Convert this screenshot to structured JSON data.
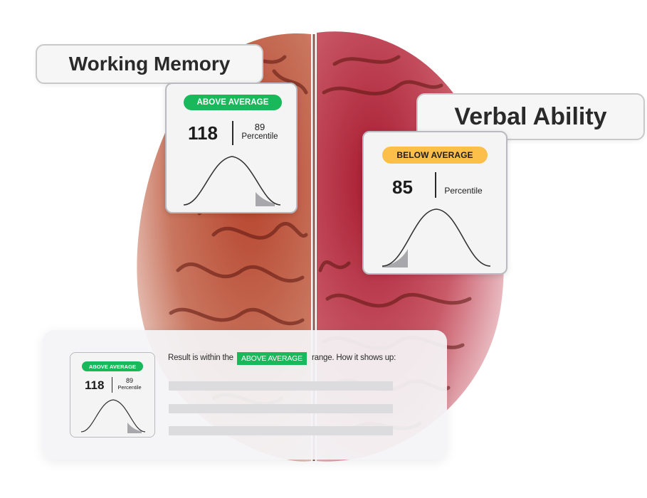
{
  "working_memory": {
    "title": "Working Memory",
    "badge": "ABOVE AVERAGE",
    "score": "118",
    "percentile_value": "89",
    "percentile_label": "Percentile"
  },
  "verbal_ability": {
    "title": "Verbal Ability",
    "badge": "BELOW AVERAGE",
    "score": "85",
    "percentile_value": "",
    "percentile_label": "Percentile"
  },
  "summary": {
    "card": {
      "badge": "ABOVE AVERAGE",
      "score": "118",
      "percentile_value": "89",
      "percentile_label": "Percentile"
    },
    "text_before": "Result is within the",
    "inline_badge": "ABOVE AVERAGE",
    "text_after": "range. How it shows up:"
  },
  "colors": {
    "above_average": "#19b85a",
    "below_average": "#fbbf4a",
    "brain_left": "#b84a32",
    "brain_right": "#b01f34"
  },
  "icons": {
    "brain": "brain-illustration",
    "curve": "bell-curve-icon"
  }
}
